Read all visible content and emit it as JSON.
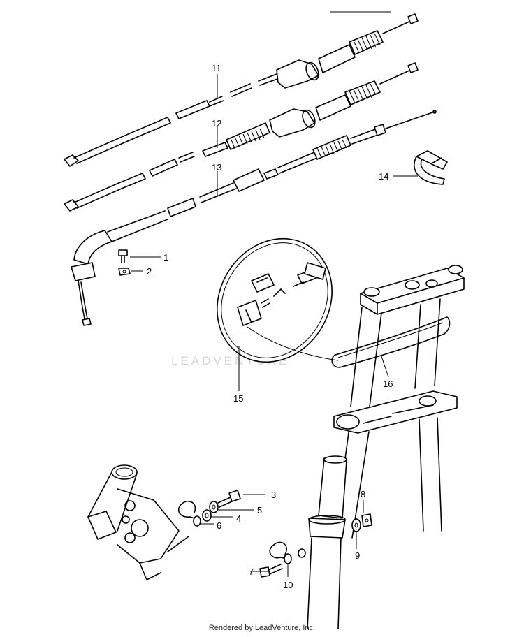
{
  "diagram": {
    "callouts": [
      "1",
      "2",
      "3",
      "4",
      "5",
      "6",
      "7",
      "8",
      "9",
      "10",
      "11",
      "12",
      "13",
      "14",
      "15",
      "16"
    ],
    "parts": [
      {
        "ref": "1",
        "icon": "bolt-icon"
      },
      {
        "ref": "2",
        "icon": "nut-icon"
      },
      {
        "ref": "3",
        "icon": "bolt-icon"
      },
      {
        "ref": "4",
        "icon": "washer-icon"
      },
      {
        "ref": "5",
        "icon": "washer-icon"
      },
      {
        "ref": "6",
        "icon": "wire-clamp-icon"
      },
      {
        "ref": "7",
        "icon": "bolt-icon"
      },
      {
        "ref": "8",
        "icon": "nut-icon"
      },
      {
        "ref": "9",
        "icon": "washer-icon"
      },
      {
        "ref": "10",
        "icon": "wire-clamp-icon"
      },
      {
        "ref": "11",
        "icon": "cable-icon"
      },
      {
        "ref": "12",
        "icon": "cable-icon"
      },
      {
        "ref": "13",
        "icon": "cable-icon"
      },
      {
        "ref": "14",
        "icon": "clamp-band-icon"
      },
      {
        "ref": "15",
        "icon": "number-plate-icon"
      },
      {
        "ref": "16",
        "icon": "rubber-band-icon"
      }
    ]
  },
  "watermark": "LEADVENTURE",
  "footer": "Rendered by LeadVenture, Inc."
}
